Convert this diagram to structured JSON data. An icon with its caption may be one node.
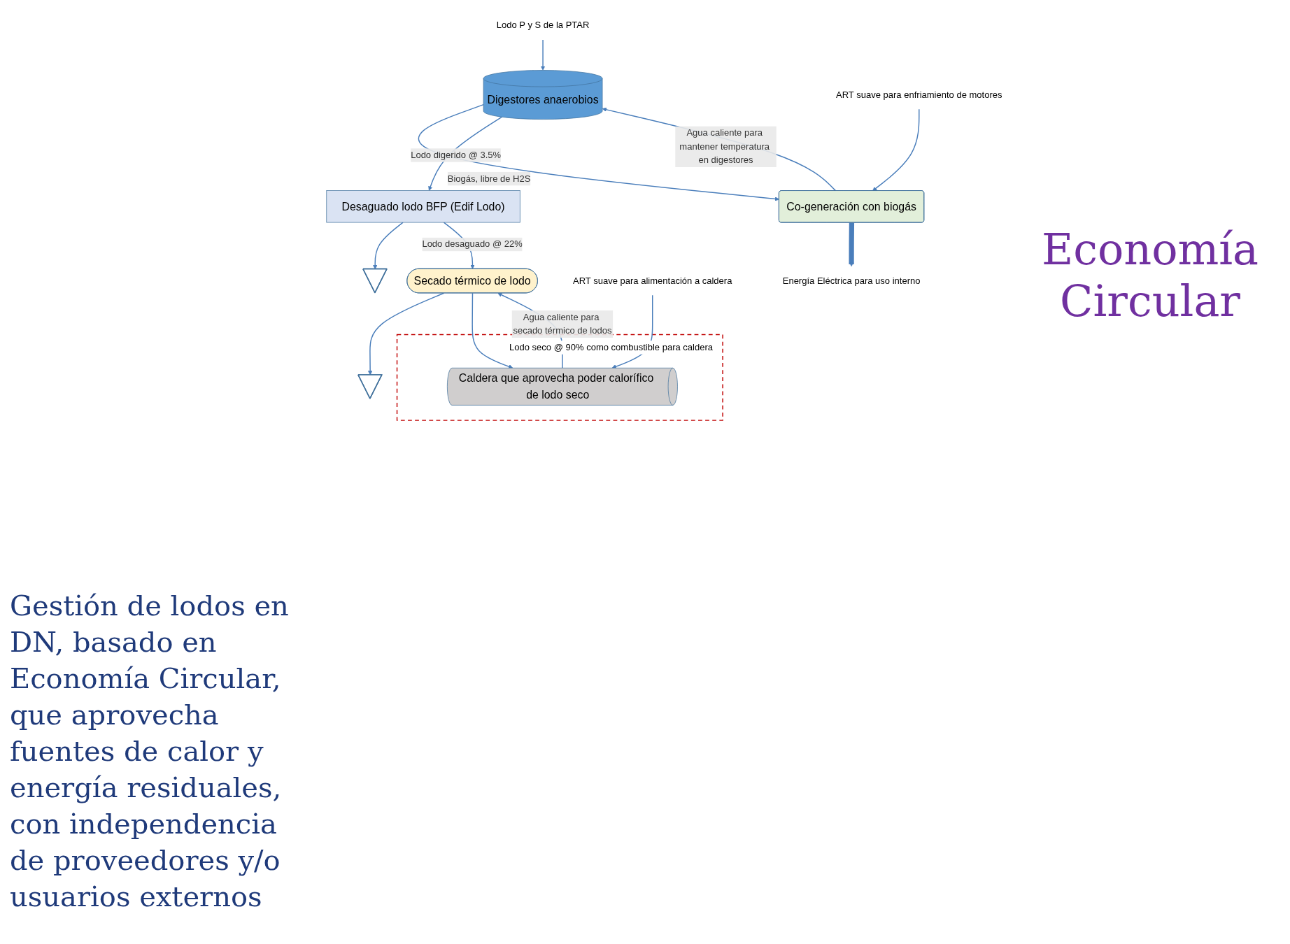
{
  "diagram": {
    "title": "Economía Circular",
    "nodes": [
      {
        "text": [
          "Digestores anaerobios"
        ]
      },
      {
        "text": [
          "Co-generación con biogás"
        ]
      },
      {
        "text": [
          "Energía Eléctrica para uso interno"
        ]
      },
      {
        "text": [
          "Lodo P y S de la PTAR"
        ]
      },
      {
        "text": [
          "Desaguado lodo BFP (Edif Lodo)"
        ]
      },
      {
        "text": [
          "ART suave para enfriamiento de motores"
        ]
      },
      {
        "text": [
          "Secado térmico de lodo"
        ]
      },
      {
        "text": [
          "Lodo seco @ 90% como combustible para caldera"
        ]
      },
      {
        "text": [
          "Caldera que aprovecha poder calorífico de lodo seco"
        ],
        "in": 7
      },
      {
        "text": [
          "ART suave para alimentación a caldera"
        ]
      },
      {
        "text": [],
        "shape": "funnel"
      },
      {
        "text": [],
        "shape": "funnel"
      }
    ],
    "edges": [
      {
        "from": 3,
        "to": 0,
        "arrow": "to"
      },
      {
        "from": 0,
        "to": 1,
        "label": "Biogás, libre de H2S",
        "arrow": "to"
      },
      {
        "from": 1,
        "to": 0,
        "label": "Agua caliente para mantener temperatura en digestores",
        "arrow": "to"
      },
      {
        "from": 1,
        "to": 2,
        "arrow": "to",
        "style": "thick"
      },
      {
        "from": 5,
        "to": 1,
        "arrow": "to"
      },
      {
        "from": 0,
        "to": 4,
        "label": "Lodo digerido @ 3.5%",
        "arrow": "to"
      },
      {
        "from": 4,
        "to": 10,
        "arrow": "to"
      },
      {
        "from": 4,
        "to": 6,
        "label": "Lodo desaguado @ 22%",
        "arrow": "to"
      },
      {
        "from": 6,
        "to": 11,
        "arrow": "to"
      },
      {
        "from": 6,
        "to": 8,
        "arrow": "to"
      },
      {
        "from": 8,
        "to": 6,
        "label": "Agua caliente para secado térmico de lodos",
        "arrow": "to"
      },
      {
        "from": 9,
        "to": 8,
        "arrow": "to"
      }
    ],
    "labels": [
      "Gestión de lodos en DN, basado en Economía Circular, que aprovecha fuentes de calor y energía residuales, con independencia de proveedores y/o usuarios externos"
    ]
  }
}
